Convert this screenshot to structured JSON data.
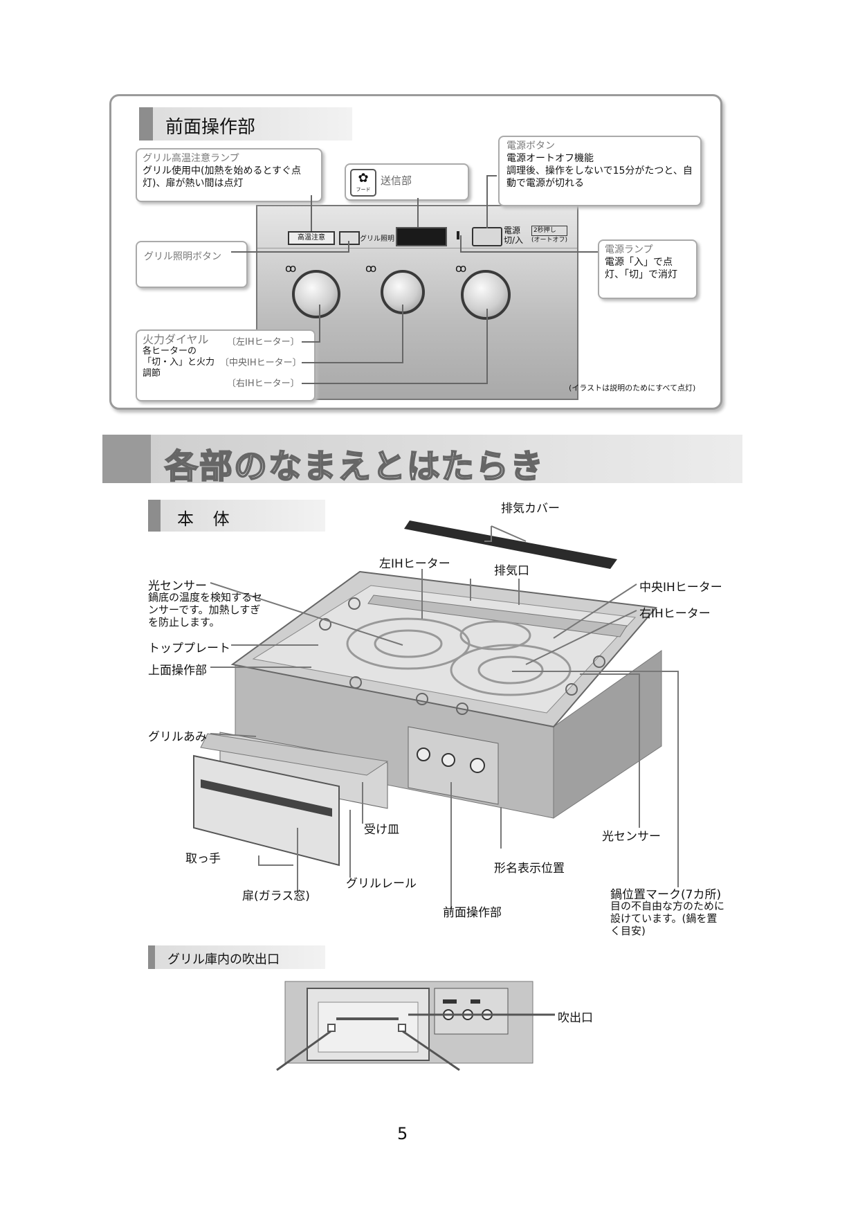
{
  "front_panel": {
    "section_title": "前面操作部",
    "grill_temp_lamp": {
      "title": "グリル高温注意ランプ",
      "desc": "グリル使用中(加熱を始めるとすぐ点灯)、扉が熱い間は点灯"
    },
    "transmitter": {
      "icon": "fan-icon",
      "icon_label": "フード",
      "label": "送信部"
    },
    "power_button": {
      "title": "電源ボタン",
      "heading": "電源オートオフ機能",
      "desc": "調理後、操作をしないで15分がたつと、自動で電源が切れる"
    },
    "grill_light_button": {
      "title": "グリル照明ボタン"
    },
    "power_lamp": {
      "title": "電源ランプ",
      "desc": "電源「入」で点灯、「切」で消灯"
    },
    "dial": {
      "title": "火力ダイヤル",
      "desc": "各ヒーターの「切・入」と火力調節",
      "left": "〔左IHヒーター〕",
      "center": "〔中央IHヒーター〕",
      "right": "〔右IHヒーター〕"
    },
    "panel_labels": {
      "high_temp": "高温注意",
      "grill_light": "グリル照明",
      "power_line1": "電源",
      "power_line2": "切/入",
      "hold_line1": "2秒押し",
      "hold_line2": "(オートオフ)"
    },
    "note": "(イラストは説明のためにすべて点灯)"
  },
  "main_title": "各部のなまえとはたらき",
  "body_section": {
    "title": "本 体",
    "labels": {
      "exhaust_cover": "排気カバー",
      "left_ih": "左IHヒーター",
      "exhaust_port": "排気口",
      "center_ih": "中央IHヒーター",
      "right_ih": "右IHヒーター",
      "light_sensor_top": "光センサー",
      "light_sensor_desc": "鍋底の温度を検知するセンサーです。加熱しすぎを防止します。",
      "top_plate": "トッププレート",
      "top_controls": "上面操作部",
      "grill_net": "グリルあみ",
      "tray": "受け皿",
      "light_sensor_bottom": "光センサー",
      "handle": "取っ手",
      "model_position": "形名表示位置",
      "grill_rail": "グリルレール",
      "door": "扉(ガラス窓)",
      "front_controls": "前面操作部",
      "pot_mark": "鍋位置マーク(7カ所)",
      "pot_mark_desc": "目の不自由な方のために設けています。(鍋を置く目安)"
    }
  },
  "grill_section": {
    "title": "グリル庫内の吹出口",
    "outlet": "吹出口"
  },
  "page_number": "5"
}
